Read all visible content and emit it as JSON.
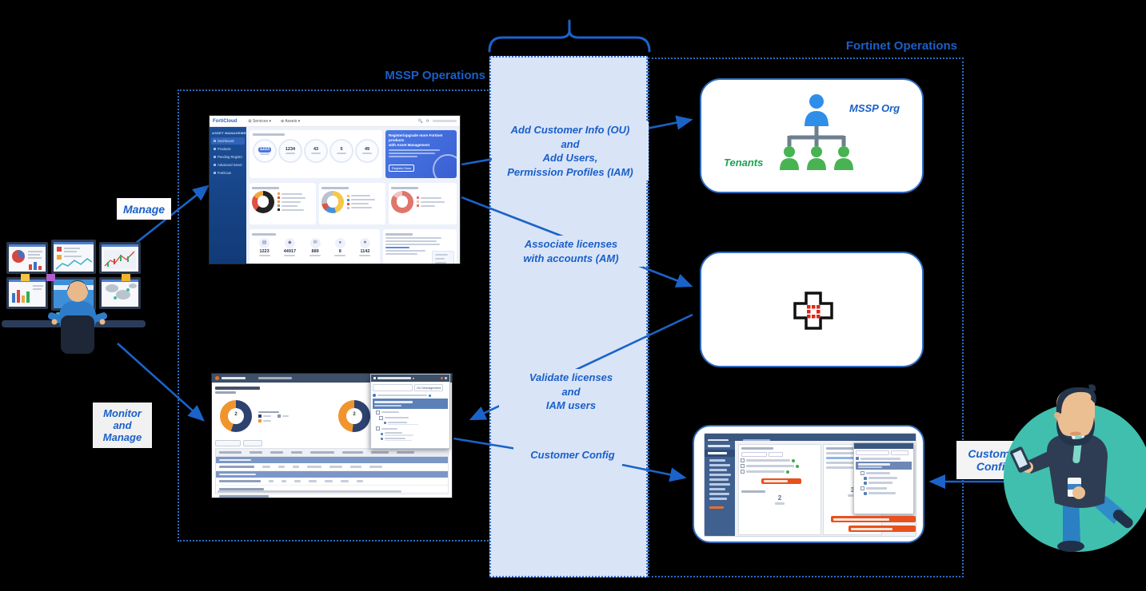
{
  "headers": {
    "fortinet_operations": "Fortinet Operations",
    "mssp_operations": "MSSP Operations"
  },
  "flow_labels": {
    "manage": "Manage",
    "monitor": [
      "Monitor",
      "and",
      "Manage"
    ],
    "customer_config_tag": [
      "Customer",
      "Config"
    ],
    "step1": [
      "Add Customer Info (OU)",
      "and",
      "Add Users,",
      "Permission Profiles (IAM)"
    ],
    "step2": [
      "Associate licenses",
      "with accounts (AM)"
    ],
    "step3": [
      "Validate licenses",
      "and",
      "IAM users"
    ],
    "step4": "Customer Config"
  },
  "org_box": {
    "title": "MSSP Org",
    "tenants": "Tenants"
  },
  "forticloud": {
    "logo": "FortiCloud",
    "menu": [
      "Services",
      "Assets"
    ],
    "sidebar_title": "ASSET MANAGEMENT",
    "sidebar_items": [
      "Dashboard",
      "Products",
      "Pending Registration",
      "Advanced Services",
      "FortiCare"
    ],
    "stat_values": [
      "1223",
      "1234",
      "43",
      "5",
      "49"
    ],
    "promo_title": [
      "Register/upgrade more Fortinet products",
      "with Asset Management"
    ],
    "promo_button": "Register Now",
    "bottom_values": [
      "1223",
      "44917",
      "889",
      "8",
      "1142"
    ]
  },
  "fortigate_cloud": {
    "donut_values": [
      "2",
      "2"
    ],
    "panel_button": "OU Management"
  },
  "colors": {
    "accent_blue": "#1a5fc8",
    "column_fill": "#d9e4f7",
    "tenant_green": "#18a550",
    "teal": "#41bfae",
    "orange_button": "#e8511d",
    "fortinet_red": "#da291c"
  }
}
